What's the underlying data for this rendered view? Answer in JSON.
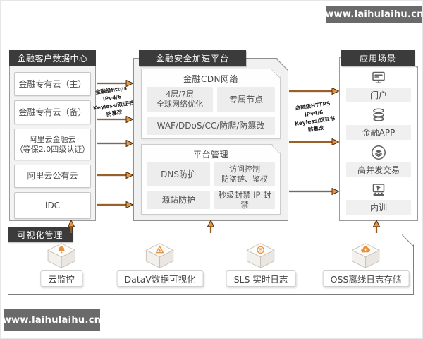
{
  "watermarks": {
    "top": "www.laihulaihu.cn",
    "bottom": "www.laihulaihu.cn"
  },
  "left_panel": {
    "title": "金融客户数据中心",
    "items": [
      "金融专有云（主）",
      "金融专有云（备）",
      "阿里云金融云\n（等保2.0四级认证）",
      "阿里云公有云",
      "IDC"
    ]
  },
  "center_panel": {
    "title": "金融安全加速平台",
    "cdn_section": {
      "title": "金融CDN网络",
      "network_box": "4层/7层\n全球网络优化",
      "node_box": "专属节点",
      "security_box": "WAF/DDoS/CC/防爬/防篡改"
    },
    "mgmt_section": {
      "title": "平台管理",
      "dns_box": "DNS防护",
      "access_box": "访问控制\n防盗链、鉴权",
      "origin_box": "源站防护",
      "ban_box": "秒级封禁 IP 封禁"
    }
  },
  "right_panel": {
    "title": "应用场景",
    "items": [
      {
        "icon": "monitor-icon",
        "label": "门户"
      },
      {
        "icon": "database-icon",
        "label": "金融APP"
      },
      {
        "icon": "layers-icon",
        "label": "高并发交易"
      },
      {
        "icon": "training-icon",
        "label": "内训"
      }
    ]
  },
  "bottom_panel": {
    "title": "可视化管理",
    "items": [
      {
        "icon": "cloud-monitor-icon",
        "label": "云监控"
      },
      {
        "icon": "datav-icon",
        "label": "DataV数据可视化"
      },
      {
        "icon": "sls-icon",
        "label": "SLS 实时日志"
      },
      {
        "icon": "oss-icon",
        "label": "OSS离线日志存储"
      }
    ]
  },
  "connections": {
    "left_label": "金融级https\nIPv4/6\nKeyless/双证书\n防篡改",
    "right_label": "金融级HTTPS\nIPv4/6\nKeyless/双证书\n防篡改"
  },
  "colors": {
    "accent_orange": "#e8923f",
    "header_dark": "#3b3b3b",
    "watermark_gray": "#6a6a6a"
  }
}
